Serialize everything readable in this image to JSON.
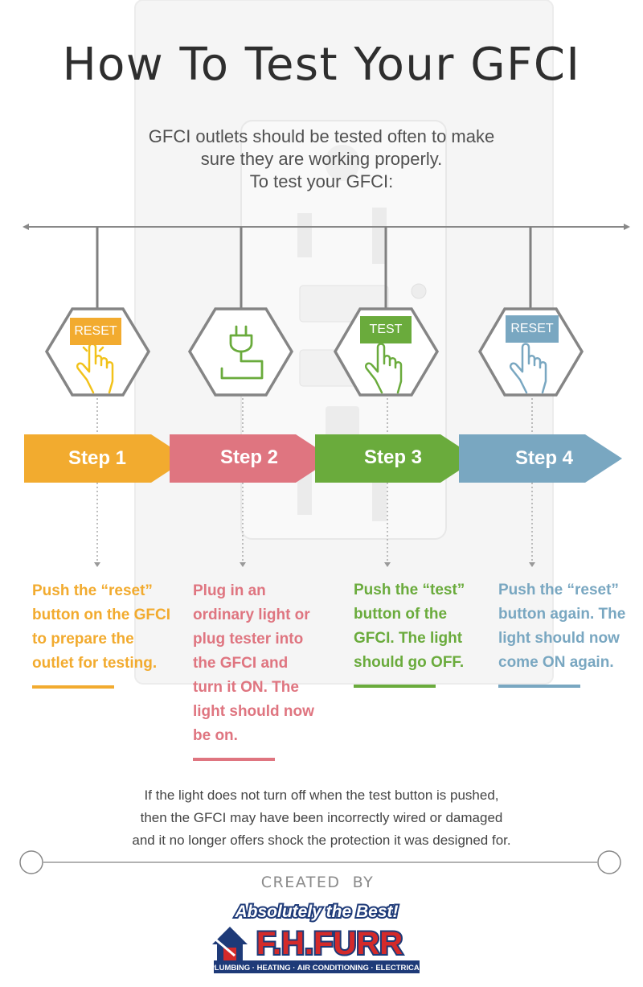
{
  "title": "How To Test Your GFCI",
  "intro": {
    "line1": "GFCI outlets should be tested often to make",
    "line2": "sure they are working properly.",
    "line3": "To test your GFCI:"
  },
  "steps": [
    {
      "label": "Step 1",
      "badge": "RESET",
      "color": "#f2ab2f",
      "icon": "reset-hand-icon",
      "text": "Push the “reset” button on the GFCI to prepare the outlet for testing."
    },
    {
      "label": "Step 2",
      "badge": "",
      "color": "#df7580",
      "icon": "plug-icon",
      "text": "Plug in an ordinary light or plug tester into the GFCI and turn it ON. The light should now be on."
    },
    {
      "label": "Step 3",
      "badge": "TEST",
      "color": "#6aab3c",
      "icon": "test-hand-icon",
      "text": "Push the “test” button of the GFCI. The light should go OFF."
    },
    {
      "label": "Step 4",
      "badge": "RESET",
      "color": "#79a7c1",
      "icon": "reset-hand-icon",
      "text": "Push the “reset” button again. The light should now come ON again."
    }
  ],
  "footer": {
    "line1": "If the light does not turn off when the test button is pushed,",
    "line2": "then the GFCI may have been incorrectly wired or damaged",
    "line3": "and it no longer offers shock the protection it was designed for."
  },
  "created_by": "CREATED  BY",
  "logo": {
    "tagline": "Absolutely the Best!",
    "name": "F.H.FURR",
    "services": "PLUMBING · HEATING · AIR CONDITIONING · ELECTRICAL",
    "colors": {
      "navy": "#1e3a78",
      "red": "#d42a2a"
    }
  }
}
